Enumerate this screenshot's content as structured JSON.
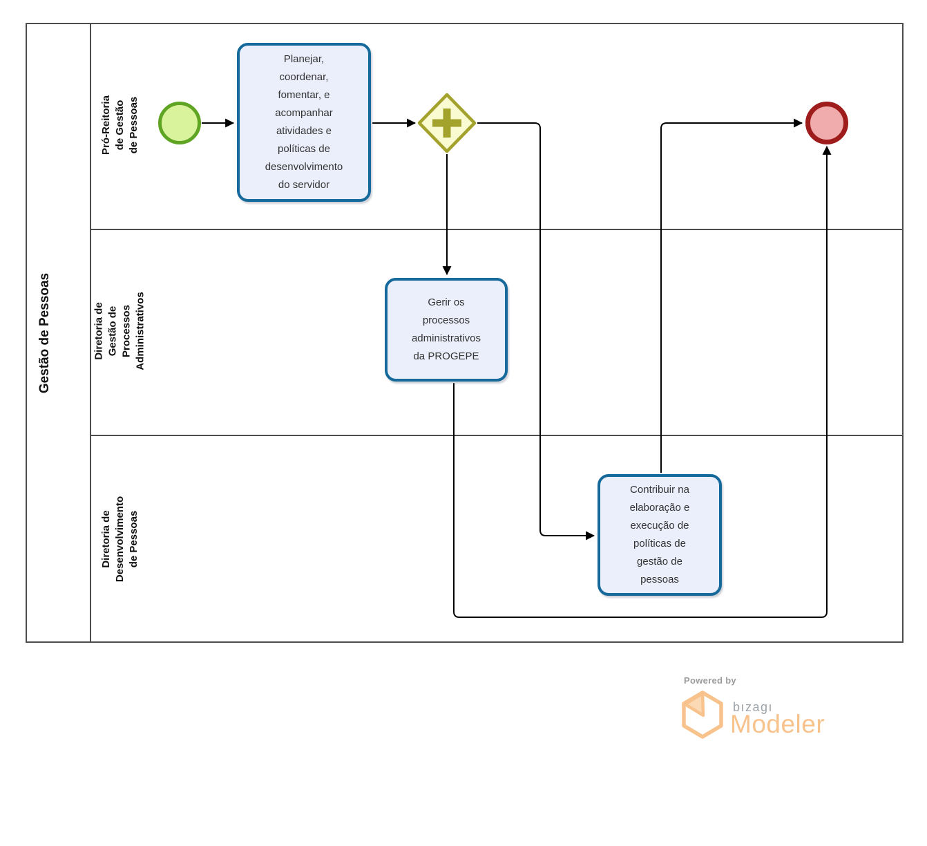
{
  "diagram": {
    "pool": {
      "label": "Gestão de Pessoas"
    },
    "lanes": [
      {
        "label": "Pró-Reitoria de Gestão de Pessoas"
      },
      {
        "label": "Diretoria de Gestão de Processos Administrativos"
      },
      {
        "label": "Diretoria de Desenvolvimento de Pessoas"
      }
    ],
    "nodes": {
      "start_event": {
        "type": "start-event"
      },
      "task_planejar": {
        "label": "Planejar, coordenar, fomentar, e acompanhar atividades e políticas de desenvolvimento do servidor"
      },
      "gateway_parallel": {
        "type": "parallel-gateway"
      },
      "task_gerir": {
        "label": "Gerir os processos administrativos da PROGEPE"
      },
      "task_contribuir": {
        "label": "Contribuir na elaboração e execução de políticas de gestão de pessoas"
      },
      "end_event": {
        "type": "end-event"
      }
    }
  },
  "branding": {
    "powered_by": "Powered by",
    "brand": "bızagı",
    "product": "Modeler"
  },
  "theme": {
    "pool-border": "#4d4d4d",
    "task-fill": "#ebeffb",
    "task-border": "#15699b",
    "start-fill": "#d9f39c",
    "start-border": "#5fa423",
    "gateway-fill": "#fbfbd2",
    "gateway-border": "#a2a22d",
    "end-fill": "#f0acac",
    "end-border": "#9e1c1c",
    "flow-color": "#000000",
    "brand-orange": "#f8c28c",
    "brand-gray": "#9da4aa",
    "powered-gray": "#9b9b9b"
  }
}
